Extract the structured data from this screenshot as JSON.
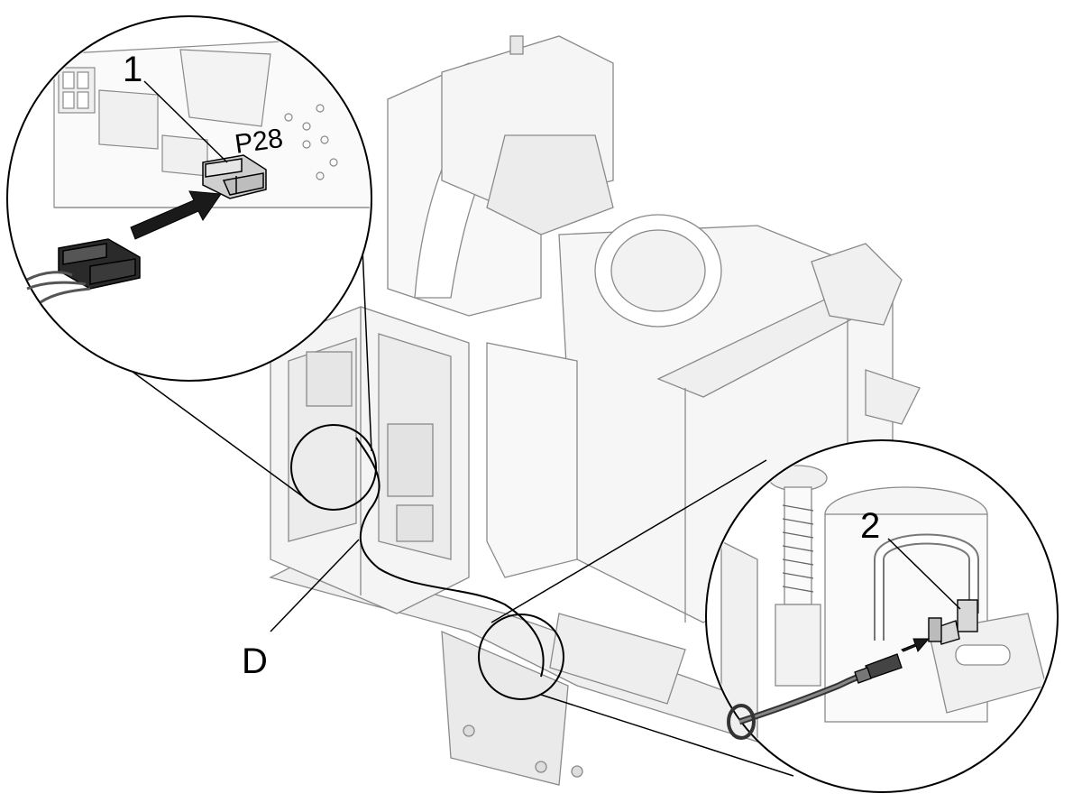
{
  "callouts": {
    "one": "1",
    "two": "2",
    "d": "D",
    "connector": "P28"
  },
  "colors": {
    "line": "#000000",
    "light_line": "#8a8a8a",
    "fill_light": "#f2f2f2",
    "fill_mid": "#cfcfcf",
    "arrow": "#1a1a1a"
  }
}
